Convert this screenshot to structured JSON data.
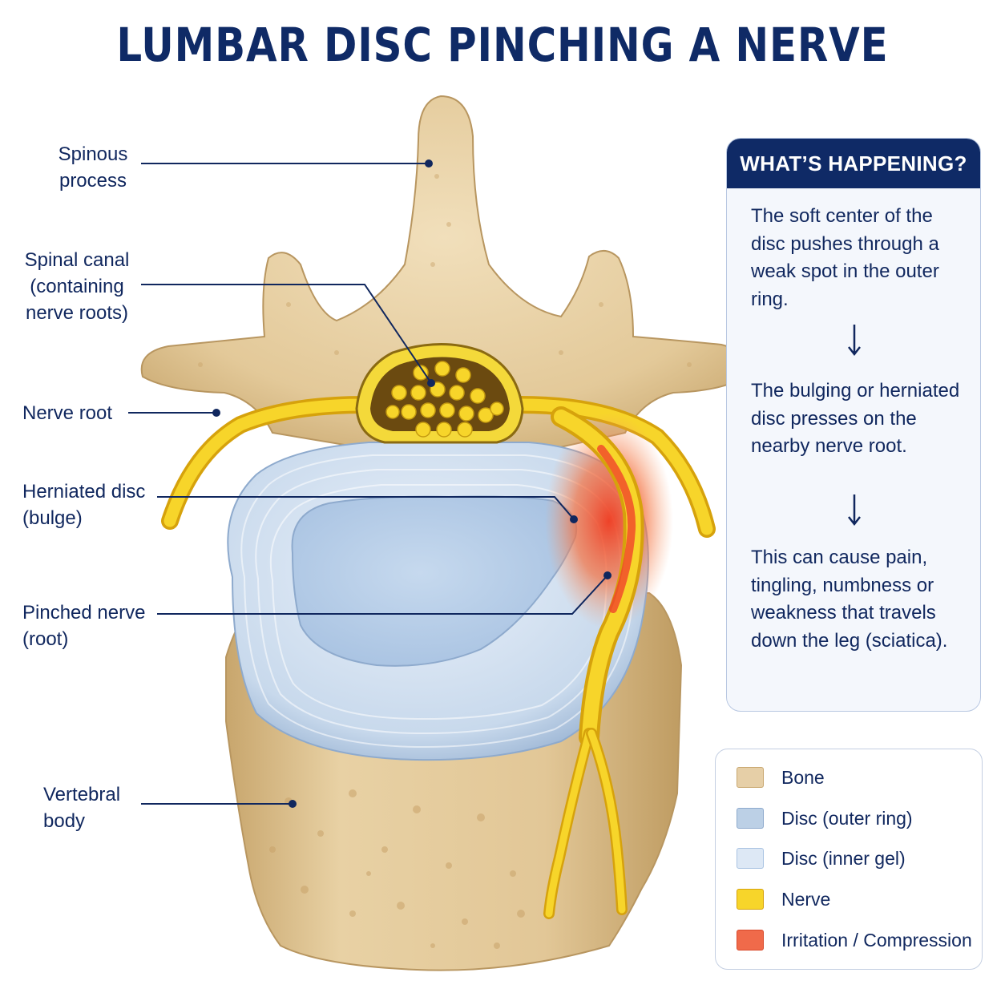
{
  "title": "LUMBAR DISC PINCHING A NERVE",
  "labels": {
    "spinous_process": "Spinous\nprocess",
    "spinal_canal": "Spinal canal\n(containing\nnerve roots)",
    "nerve_root": "Nerve root",
    "herniated_disc": "Herniated disc\n(bulge)",
    "pinched_nerve": "Pinched nerve\n(root)",
    "vertebral_body": "Vertebral\nbody"
  },
  "info": {
    "heading": "WHAT’S HAPPENING?",
    "steps": [
      "The soft center of the disc pushes through a weak spot in the outer ring.",
      "The bulging or herniated disc presses on the nearby nerve root.",
      "This can cause pain, tingling, numbness or weakness that travels down the leg (sciatica)."
    ]
  },
  "legend": [
    {
      "label": "Bone",
      "color": "#e6cfa7"
    },
    {
      "label": "Disc (outer ring)",
      "color": "#bcd0e6"
    },
    {
      "label": "Disc (inner gel)",
      "color": "#dde8f5"
    },
    {
      "label": "Nerve",
      "color": "#f7d52a"
    },
    {
      "label": "Irritation / Compression",
      "color": "#f06a4a"
    }
  ],
  "colors": {
    "navy": "#0f2a66",
    "bone": "#e6cfa7",
    "bone_dark": "#c9a870",
    "disc_outer": "#bcd0e6",
    "disc_inner": "#dde8f5",
    "nerve": "#f7d52a",
    "irritation": "#f06a4a"
  }
}
